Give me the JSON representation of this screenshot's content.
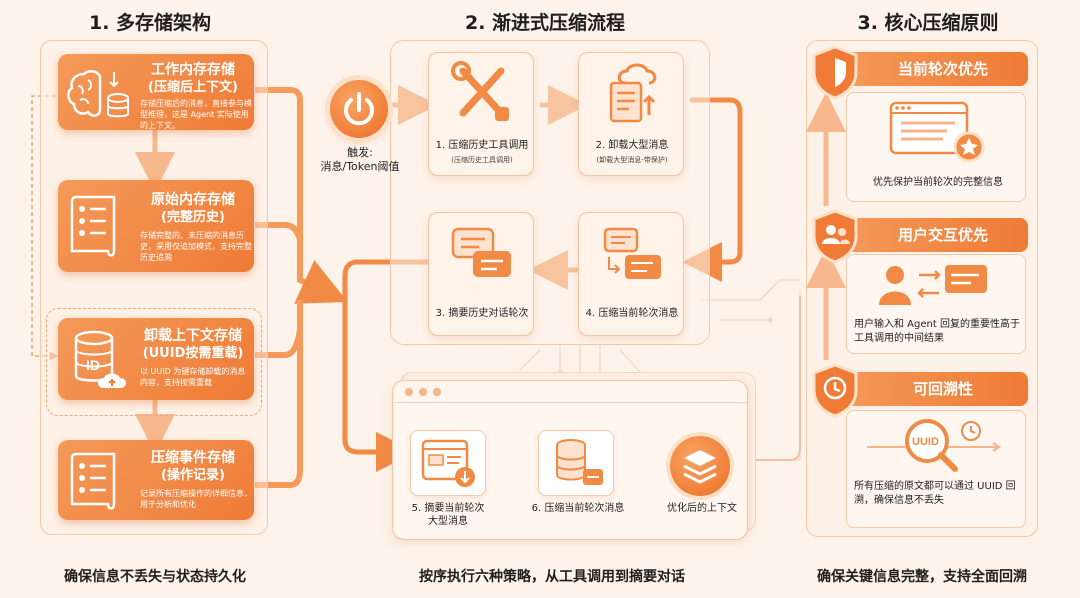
{
  "colors": {
    "accent": "#ef7b36",
    "accent_light": "#f49a5a",
    "background": "#fdf3ea",
    "panel": "#fff6ef"
  },
  "sections": {
    "s1": {
      "title": "1. 多存储架构",
      "footer": "确保信息不丢失与状态持久化"
    },
    "s2": {
      "title": "2. 渐进式压缩流程",
      "footer": "按序执行六种策略，从工具调用到摘要对话"
    },
    "s3": {
      "title": "3. 核心压缩原则",
      "footer": "确保关键信息完整，支持全面回溯"
    }
  },
  "storage": [
    {
      "title": "工作内存存储",
      "subtitle": "(压缩后上下文)",
      "desc": "存储压缩后的消息，直接参与模型推理，这是 Agent 实际使用的上下文。",
      "icon": "brain-database-icon"
    },
    {
      "title": "原始内存存储",
      "subtitle": "(完整历史)",
      "desc": "存储完整的、未压缩的消息历史，采用仅追加模式，支持完整历史追溯",
      "icon": "scroll-list-icon"
    },
    {
      "title": "卸载上下文存储",
      "subtitle": "(UUID按需重载)",
      "desc": "以 UUID 为键存储卸载的消息内容，支持按需重载",
      "icon": "database-id-cloud-icon",
      "badge": "ID"
    },
    {
      "title": "压缩事件存储",
      "subtitle": "(操作记录)",
      "desc": "记录所有压缩操作的详细信息，用于分析和优化",
      "icon": "log-scroll-icon"
    }
  ],
  "trigger": {
    "label_line1": "触发:",
    "label_line2": "消息/Token阈值",
    "icon": "power-icon"
  },
  "steps": [
    {
      "label": "1. 压缩历史工具调用",
      "sub": "(压缩历史工具调用)",
      "icon": "tools-icon"
    },
    {
      "label": "2. 卸载大型消息",
      "sub": "(卸载大型消息-带保护)",
      "icon": "document-cloud-icon"
    },
    {
      "label": "3. 摘要历史对话轮次",
      "sub": "",
      "icon": "chat-bubbles-icon"
    },
    {
      "label": "4. 压缩当前轮次消息",
      "sub": "",
      "icon": "chat-exchange-icon"
    }
  ],
  "lower_steps": [
    {
      "label_line1": "5. 摘要当前轮次",
      "label_line2": "大型消息",
      "icon": "window-download-icon"
    },
    {
      "label_line1": "6. 压缩当前轮次消息",
      "label_line2": "",
      "icon": "database-compress-icon"
    },
    {
      "label_line1": "优化后的上下文",
      "label_line2": "",
      "icon": "layers-icon"
    }
  ],
  "principles": [
    {
      "title": "当前轮次优先",
      "text": "优先保护当前轮次的完整信息",
      "icon": "shield-icon"
    },
    {
      "title": "用户交互优先",
      "text": "用户输入和 Agent 回复的重要性高于工具调用的中间结果",
      "icon": "users-shield-icon"
    },
    {
      "title": "可回溯性",
      "text": "所有压缩的原文都可以通过 UUID 回溯，确保信息不丢失",
      "icon": "history-shield-icon",
      "badge": "UUID"
    }
  ]
}
